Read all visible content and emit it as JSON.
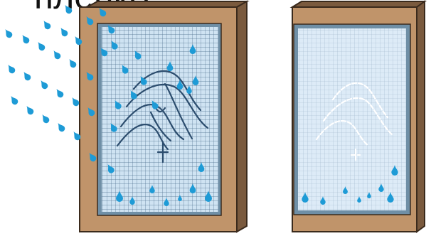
{
  "title": "пленко",
  "colors": {
    "frame": "#C0946A",
    "frame_dark": "#7A5A3E",
    "frame_outline": "#3A2A1C",
    "glass": "#CFE3F2",
    "glass_right": "#DDEBF7",
    "grid_line": "#4E6F8E",
    "drop": "#1E9BD6",
    "white_lines": "#FFFFFF",
    "dark_lines": "#2C4D6E"
  },
  "icons": [
    "raindrop",
    "wind-swirl"
  ]
}
